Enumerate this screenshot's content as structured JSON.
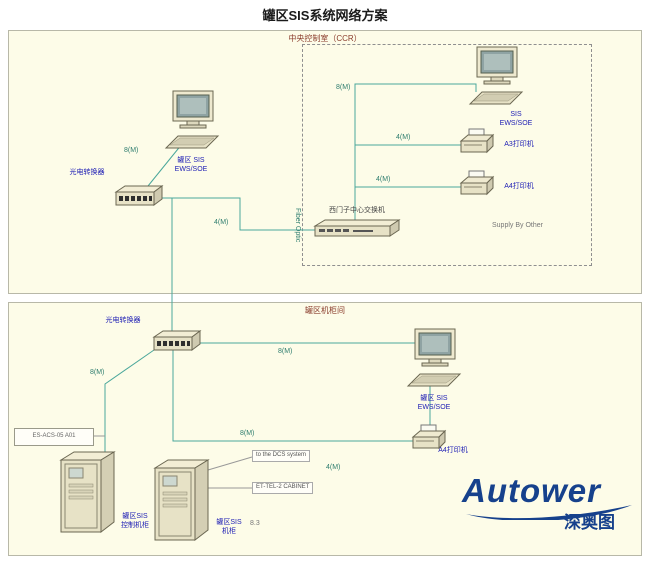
{
  "title": "罐区SIS系统网络方案",
  "colors": {
    "accent_blue": "#16418c",
    "panel_cream": "#fdfce8",
    "wire_teal": "#4aa79b",
    "device_label_blue": "#1c1cb4",
    "section_label_red": "#8a3c2c"
  },
  "icons": {
    "workstation": "desktop-computer-icon",
    "printer": "printer-icon",
    "media_converter": "media-converter-hub-icon",
    "core_switch": "rack-switch-icon",
    "cabinet": "equipment-cabinet-icon",
    "logo_swoosh": "swoosh-icon"
  },
  "ccr": {
    "label": "中央控制室（CCR）",
    "workstation": "罐区 SIS\nEWS/SOE",
    "converter": "光电转换器",
    "link_ws": "8(M)",
    "link_switch": "4(M)",
    "fiber": "Fiber Optic",
    "vendor": {
      "workstation": "SIS\nEWS/SOE",
      "link_ws": "8(M)",
      "printer_a3": "A3打印机",
      "link_a3": "4(M)",
      "printer_a4": "A4打印机",
      "link_a4": "4(M)",
      "switch": "西门子中心交换机",
      "note": "Supply By Other"
    }
  },
  "tank": {
    "label": "罐区机柜间",
    "converter": "光电转换器",
    "link_cabinet": "8(M)",
    "link_ws": "8(M)",
    "link_printer": "8(M)",
    "workstation": "罐区 SIS\nEWS/SOE",
    "printer_a4": "A4打印机",
    "tag": "ES-ACS-05 A01",
    "cabinet1": "罐区SIS\n控制机柜",
    "cabinet2": "罐区SIS\n机柜",
    "note1": "to the DCS system",
    "note2": "ET-TEL-2 CABINET",
    "link_note": "4(M)",
    "rev": "8.3"
  },
  "logo": {
    "brand": "Autower",
    "cn": "深奥图"
  }
}
